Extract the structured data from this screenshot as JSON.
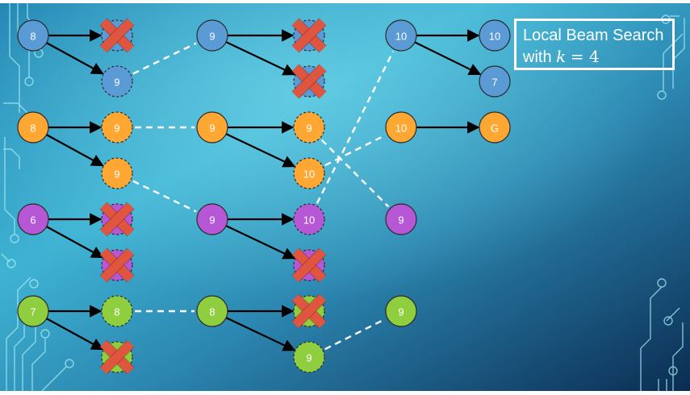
{
  "slide": {
    "title_line1": "Local Beam Search",
    "title_line2_prefix": "with",
    "title_var": "k",
    "title_eq": "= 4"
  },
  "colors": {
    "blue": "#5b9bd5",
    "orange": "#ffa733",
    "purple": "#b657d6",
    "green": "#8fcf3f",
    "cross": "#e0553f",
    "edge": "#000000",
    "dashed_link": "#ffffff"
  },
  "nodes": [
    {
      "id": "b0",
      "label": "8",
      "color": "blue",
      "style": "solid",
      "crossed": false
    },
    {
      "id": "b1a",
      "label": "",
      "color": "blue",
      "style": "dashed",
      "crossed": true
    },
    {
      "id": "b1b",
      "label": "9",
      "color": "blue",
      "style": "dashed",
      "crossed": false
    },
    {
      "id": "b2",
      "label": "9",
      "color": "blue",
      "style": "solid",
      "crossed": false
    },
    {
      "id": "b3a",
      "label": "",
      "color": "blue",
      "style": "dashed",
      "crossed": true
    },
    {
      "id": "b3b",
      "label": "",
      "color": "blue",
      "style": "dashed",
      "crossed": true
    },
    {
      "id": "b4",
      "label": "10",
      "color": "blue",
      "style": "solid",
      "crossed": false
    },
    {
      "id": "b5a",
      "label": "10",
      "color": "blue",
      "style": "solid",
      "crossed": false
    },
    {
      "id": "b5b",
      "label": "7",
      "color": "blue",
      "style": "solid",
      "crossed": false
    },
    {
      "id": "o0",
      "label": "8",
      "color": "orange",
      "style": "solid",
      "crossed": false
    },
    {
      "id": "o1a",
      "label": "9",
      "color": "orange",
      "style": "dashed",
      "crossed": false
    },
    {
      "id": "o1b",
      "label": "9",
      "color": "orange",
      "style": "dashed",
      "crossed": false
    },
    {
      "id": "o2",
      "label": "9",
      "color": "orange",
      "style": "solid",
      "crossed": false
    },
    {
      "id": "o3a",
      "label": "9",
      "color": "orange",
      "style": "dashed",
      "crossed": false
    },
    {
      "id": "o3b",
      "label": "10",
      "color": "orange",
      "style": "dashed",
      "crossed": false
    },
    {
      "id": "o4",
      "label": "10",
      "color": "orange",
      "style": "solid",
      "crossed": false
    },
    {
      "id": "o5",
      "label": "G",
      "color": "orange",
      "style": "solid",
      "crossed": false
    },
    {
      "id": "p0",
      "label": "6",
      "color": "purple",
      "style": "solid",
      "crossed": false
    },
    {
      "id": "p1a",
      "label": "",
      "color": "purple",
      "style": "dashed",
      "crossed": true
    },
    {
      "id": "p1b",
      "label": "",
      "color": "purple",
      "style": "dashed",
      "crossed": true
    },
    {
      "id": "p2",
      "label": "9",
      "color": "purple",
      "style": "solid",
      "crossed": false
    },
    {
      "id": "p3a",
      "label": "10",
      "color": "purple",
      "style": "dashed",
      "crossed": false
    },
    {
      "id": "p3b",
      "label": "",
      "color": "purple",
      "style": "dashed",
      "crossed": true
    },
    {
      "id": "p4",
      "label": "9",
      "color": "purple",
      "style": "solid",
      "crossed": false
    },
    {
      "id": "g0",
      "label": "7",
      "color": "green",
      "style": "solid",
      "crossed": false
    },
    {
      "id": "g1a",
      "label": "8",
      "color": "green",
      "style": "dashed",
      "crossed": false
    },
    {
      "id": "g1b",
      "label": "",
      "color": "green",
      "style": "dashed",
      "crossed": true
    },
    {
      "id": "g2",
      "label": "8",
      "color": "green",
      "style": "solid",
      "crossed": false
    },
    {
      "id": "g3a",
      "label": "",
      "color": "green",
      "style": "dashed",
      "crossed": true
    },
    {
      "id": "g3b",
      "label": "9",
      "color": "green",
      "style": "dashed",
      "crossed": false
    },
    {
      "id": "g4",
      "label": "9",
      "color": "green",
      "style": "solid",
      "crossed": false
    }
  ],
  "arrows": [
    [
      "b0",
      "b1a"
    ],
    [
      "b0",
      "b1b"
    ],
    [
      "b2",
      "b3a"
    ],
    [
      "b2",
      "b3b"
    ],
    [
      "b4",
      "b5a"
    ],
    [
      "b4",
      "b5b"
    ],
    [
      "o0",
      "o1a"
    ],
    [
      "o0",
      "o1b"
    ],
    [
      "o2",
      "o3a"
    ],
    [
      "o2",
      "o3b"
    ],
    [
      "o4",
      "o5"
    ],
    [
      "p0",
      "p1a"
    ],
    [
      "p0",
      "p1b"
    ],
    [
      "p2",
      "p3a"
    ],
    [
      "p2",
      "p3b"
    ],
    [
      "g0",
      "g1a"
    ],
    [
      "g0",
      "g1b"
    ],
    [
      "g2",
      "g3a"
    ],
    [
      "g2",
      "g3b"
    ]
  ],
  "dashed_links": [
    [
      "b1b",
      "b2"
    ],
    [
      "o1a",
      "o2"
    ],
    [
      "o1b",
      "p2"
    ],
    [
      "g1a",
      "g2"
    ],
    [
      "p3a",
      "b4"
    ],
    [
      "o3b",
      "o4"
    ],
    [
      "o3a",
      "p4"
    ],
    [
      "g3b",
      "g4"
    ]
  ]
}
